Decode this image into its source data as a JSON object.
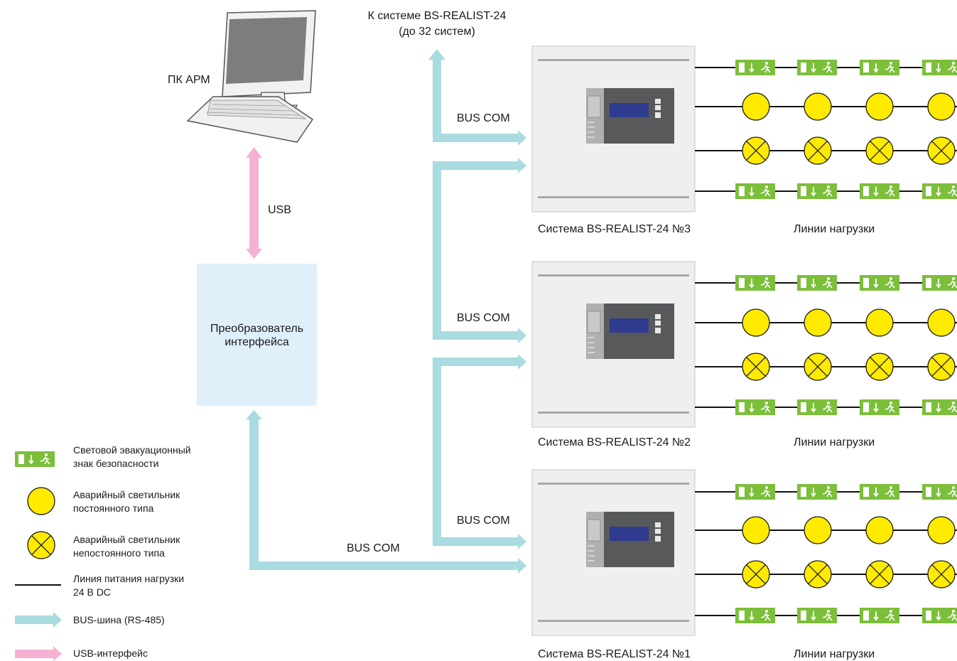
{
  "pc": {
    "label": "ПК АРМ"
  },
  "usb_label": "USB",
  "converter": {
    "line1": "Преобразователь",
    "line2": "интерфейса"
  },
  "top_target": {
    "line1": "К системе BS-REALIST-24",
    "line2": "(до 32 систем)"
  },
  "bus_labels": {
    "top": "BUS COM",
    "middle": "BUS COM",
    "bottom": "BUS COM",
    "main": "BUS COM"
  },
  "systems": [
    {
      "name": "Система BS-REALIST-24 №3",
      "loads": "Линии нагрузки"
    },
    {
      "name": "Система BS-REALIST-24 №2",
      "loads": "Линии нагрузки"
    },
    {
      "name": "Система BS-REALIST-24 №1",
      "loads": "Линии нагрузки"
    }
  ],
  "legend": {
    "exit_sign": {
      "line1": "Световой эвакуационный",
      "line2": "знак безопасности"
    },
    "maintained_lamp": {
      "line1": "Аварийный светильник",
      "line2": "постоянного типа"
    },
    "non_maintained_lamp": {
      "line1": "Аварийный светильник",
      "line2": "непостоянного типа"
    },
    "power_line": {
      "line1": "Линия питания нагрузки",
      "line2": "24  B DC"
    },
    "bus": {
      "line1": "BUS-шина (RS-485)"
    },
    "usb": {
      "line1": "USB-интерфейс"
    }
  },
  "colors": {
    "bus": "#a9dbe0",
    "usb": "#f4b1d2",
    "exit_sign": "#7cbf3a",
    "lamp": "#ffea00",
    "converter": "#dff0fb",
    "panel": "#58595b",
    "display": "#2e3b8f"
  }
}
